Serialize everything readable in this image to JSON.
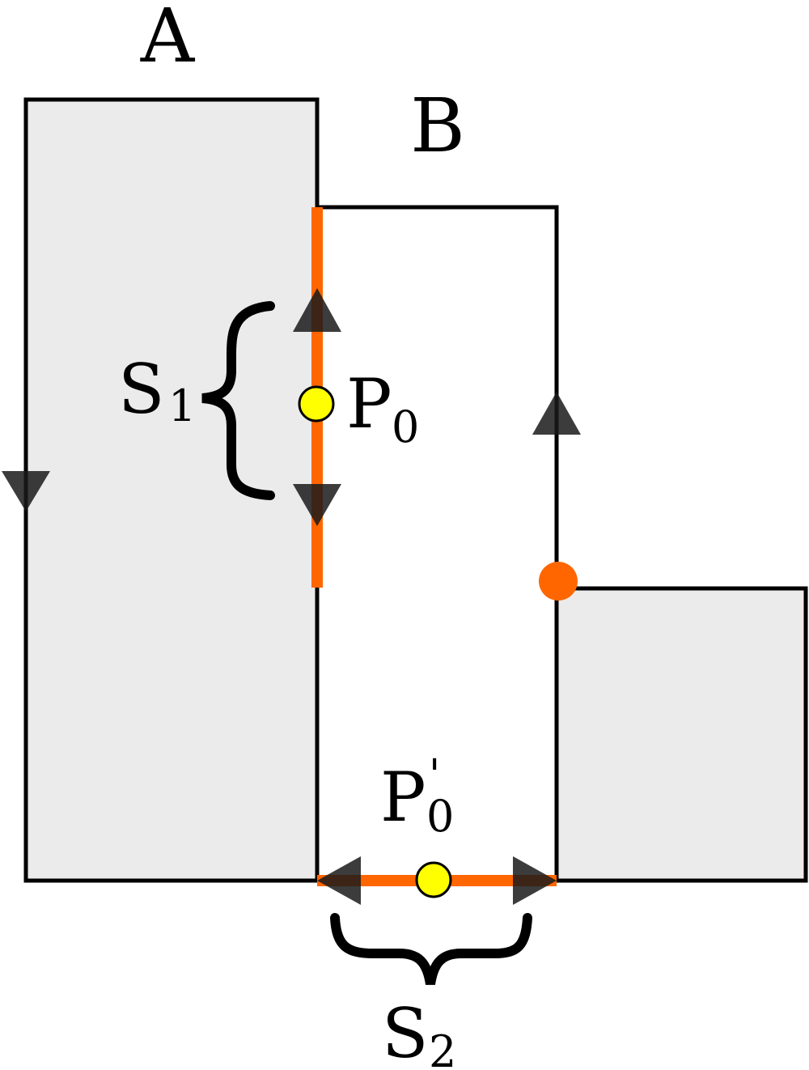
{
  "labels": {
    "A": "A",
    "B": "B",
    "S": "S",
    "P": "P",
    "s1_sub": "1",
    "s2_sub": "2",
    "p0_sub": "0",
    "p0prime_sub": "0",
    "prime": "'"
  },
  "colors": {
    "stroke": "#000000",
    "fill_gray": "#ebebeb",
    "fill_white": "#ffffff",
    "highlight": "#ff6600",
    "point": "#ffff00",
    "arrow": "#1a1a1a"
  }
}
